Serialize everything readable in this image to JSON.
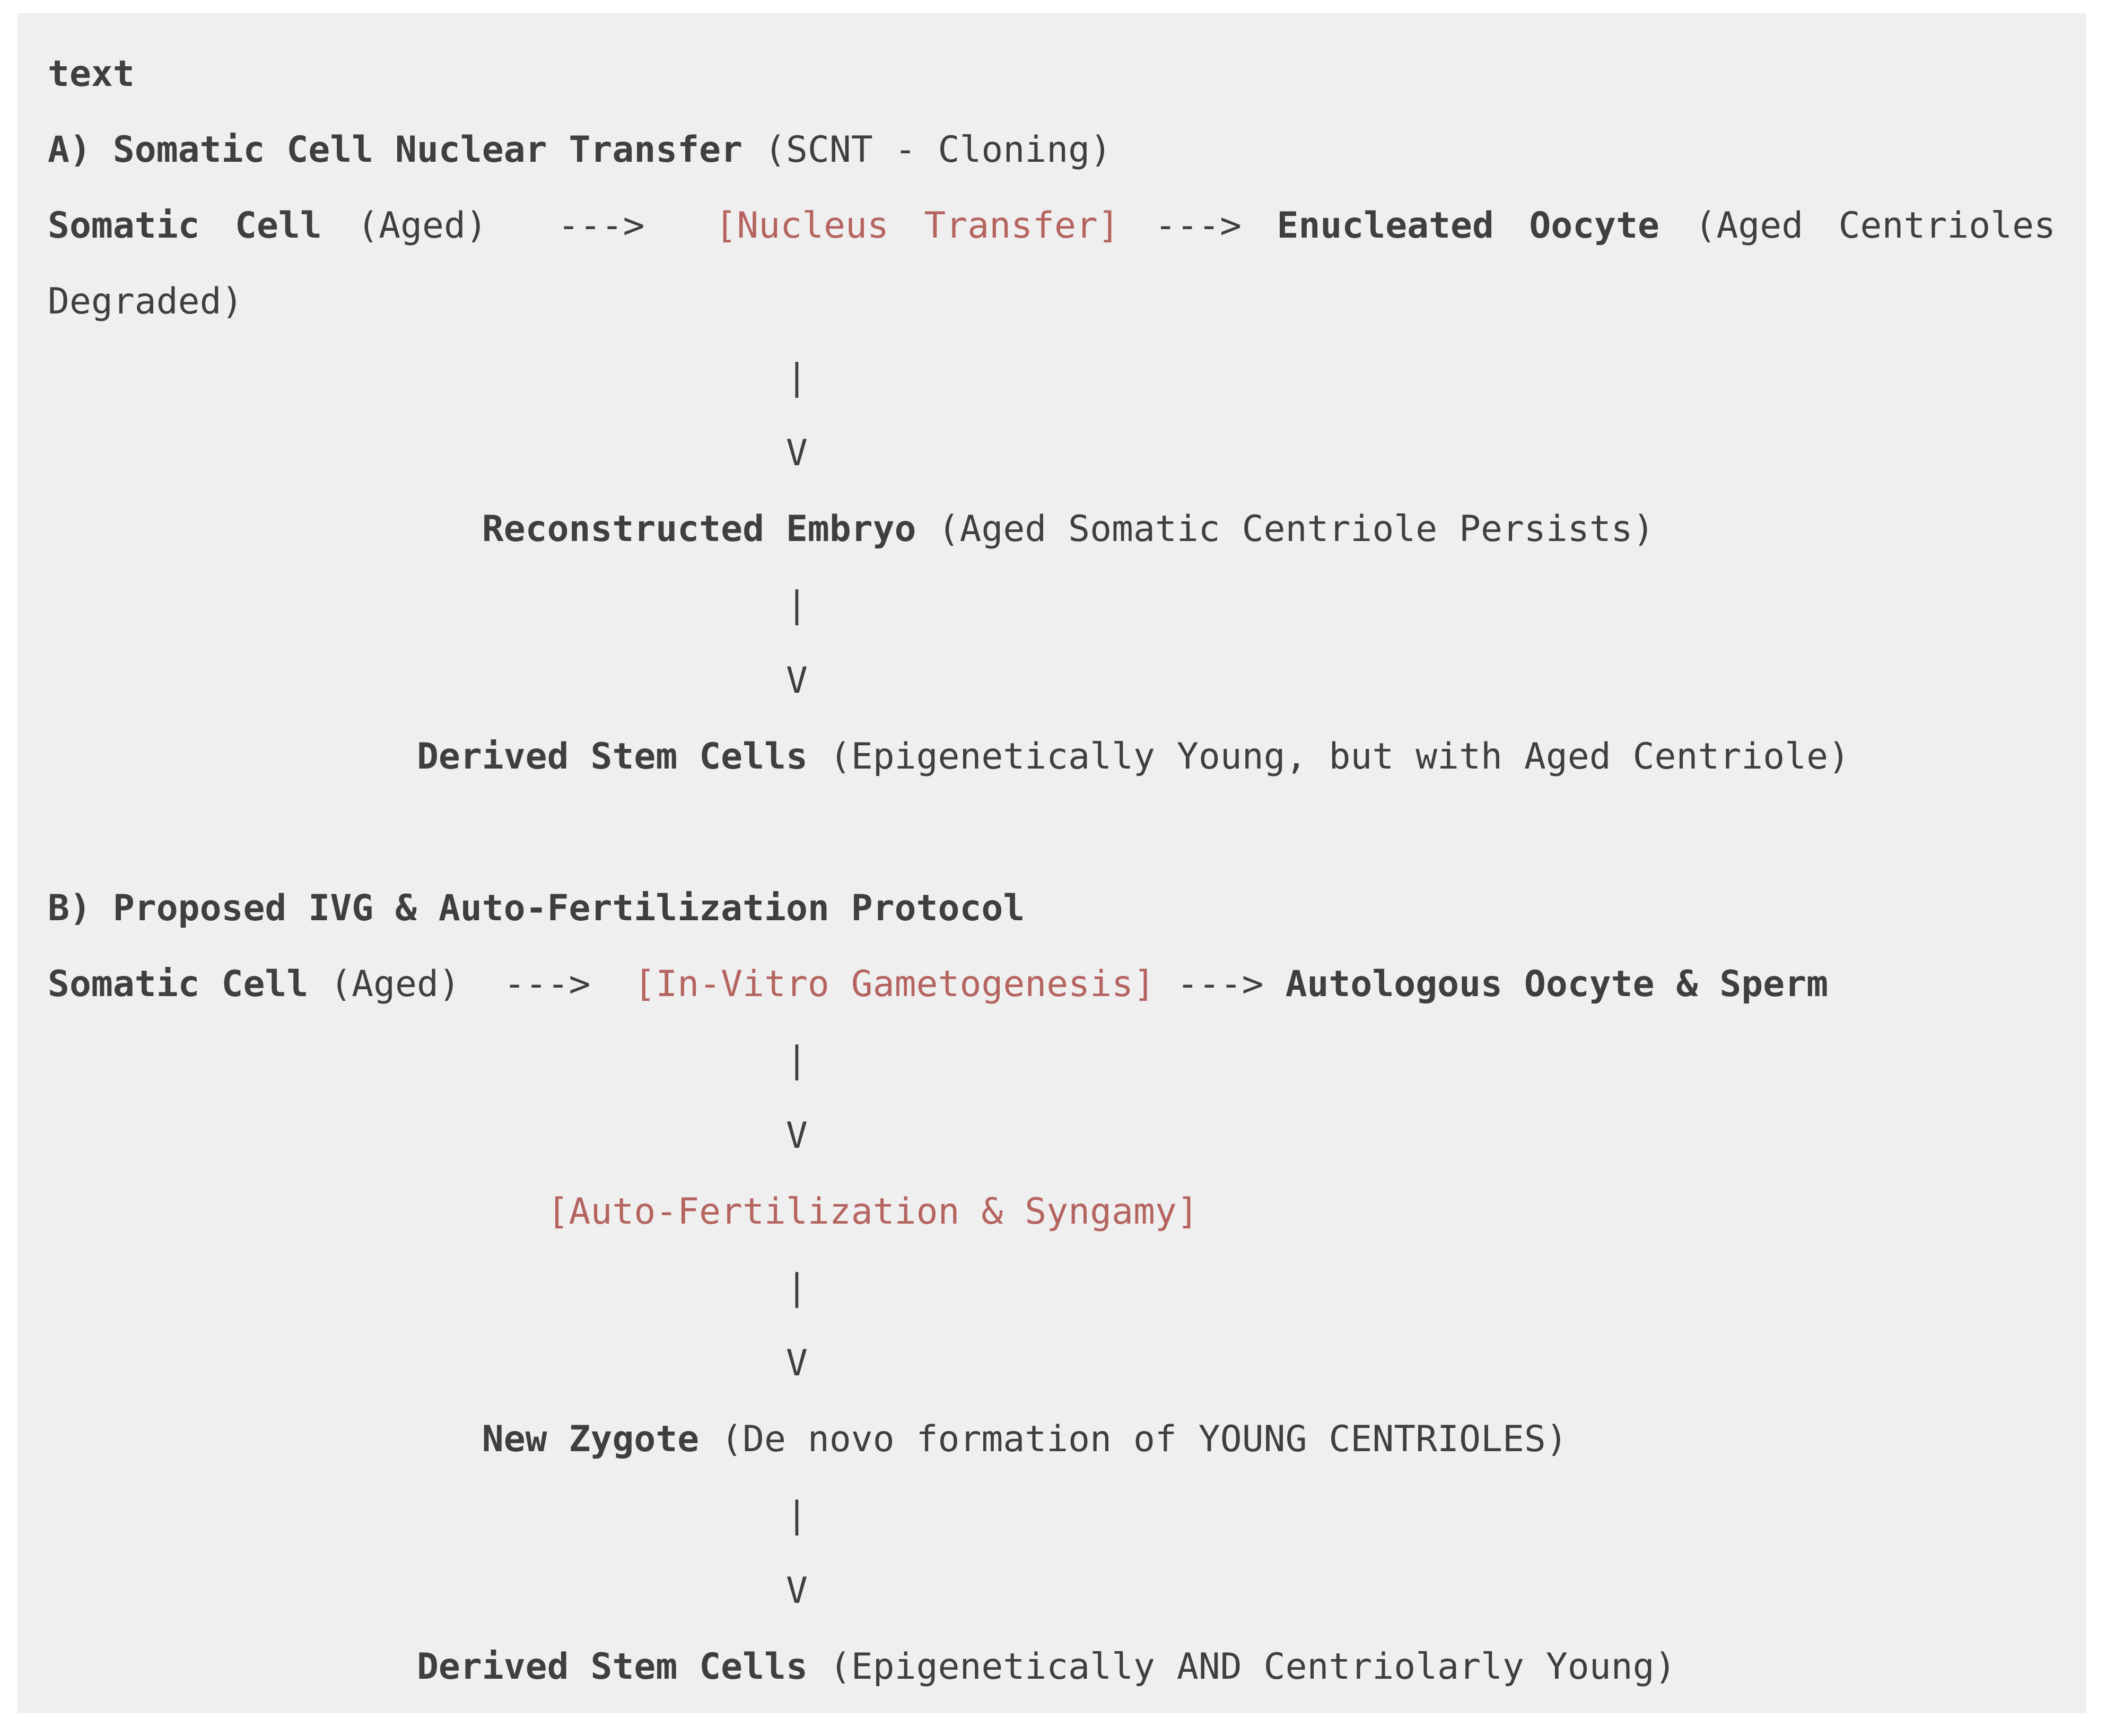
{
  "colors": {
    "page_background": "#ffffff",
    "code_block_background": "#efefef",
    "text_color": "#3f3f3f",
    "highlight_red": "#b56460"
  },
  "content": {
    "lines": [
      {
        "segments": [
          {
            "text": "text",
            "style": "bold"
          }
        ]
      },
      {
        "segments": [
          {
            "text": "A) Somatic Cell Nuclear Transfer",
            "style": "bold"
          },
          {
            "text": " (SCNT - Cloning)",
            "style": "plain"
          }
        ]
      },
      {
        "segments": [
          {
            "text": "Somatic Cell",
            "style": "bold"
          },
          {
            "text": " (Aged)  --->  ",
            "style": "plain"
          },
          {
            "text": "[Nucleus Transfer]",
            "style": "red"
          },
          {
            "text": " ---> ",
            "style": "plain"
          },
          {
            "text": "Enucleated Oocyte",
            "style": "bold"
          },
          {
            "text": " (Aged Centrioles Degraded)",
            "style": "plain"
          }
        ]
      },
      {
        "segments": [
          {
            "text": "                                  |",
            "style": "plain"
          }
        ]
      },
      {
        "segments": [
          {
            "text": "                                  V",
            "style": "plain"
          }
        ]
      },
      {
        "segments": [
          {
            "text": "                    ",
            "style": "plain"
          },
          {
            "text": "Reconstructed Embryo",
            "style": "bold"
          },
          {
            "text": " (Aged Somatic Centriole Persists)",
            "style": "plain"
          }
        ]
      },
      {
        "segments": [
          {
            "text": "                                  |",
            "style": "plain"
          }
        ]
      },
      {
        "segments": [
          {
            "text": "                                  V",
            "style": "plain"
          }
        ]
      },
      {
        "segments": [
          {
            "text": "                 ",
            "style": "plain"
          },
          {
            "text": "Derived Stem Cells",
            "style": "bold"
          },
          {
            "text": " (Epigenetically Young, but with Aged Centriole)",
            "style": "plain"
          }
        ]
      },
      {
        "segments": []
      },
      {
        "segments": [
          {
            "text": "B) Proposed IVG & Auto-Fertilization Protocol",
            "style": "bold"
          }
        ]
      },
      {
        "segments": [
          {
            "text": "Somatic Cell",
            "style": "bold"
          },
          {
            "text": " (Aged)  --->  ",
            "style": "plain"
          },
          {
            "text": "[In-Vitro Gametogenesis]",
            "style": "red"
          },
          {
            "text": " ---> ",
            "style": "plain"
          },
          {
            "text": "Autologous Oocyte & Sperm",
            "style": "bold"
          }
        ]
      },
      {
        "segments": [
          {
            "text": "                                  |",
            "style": "plain"
          }
        ]
      },
      {
        "segments": [
          {
            "text": "                                  V",
            "style": "plain"
          }
        ]
      },
      {
        "segments": [
          {
            "text": "                       ",
            "style": "plain"
          },
          {
            "text": "[Auto-Fertilization & Syngamy]",
            "style": "red"
          }
        ]
      },
      {
        "segments": [
          {
            "text": "                                  |",
            "style": "plain"
          }
        ]
      },
      {
        "segments": [
          {
            "text": "                                  V",
            "style": "plain"
          }
        ]
      },
      {
        "segments": [
          {
            "text": "                    ",
            "style": "plain"
          },
          {
            "text": "New Zygote",
            "style": "bold"
          },
          {
            "text": " (De novo formation of YOUNG CENTRIOLES)",
            "style": "plain"
          }
        ]
      },
      {
        "segments": [
          {
            "text": "                                  |",
            "style": "plain"
          }
        ]
      },
      {
        "segments": [
          {
            "text": "                                  V",
            "style": "plain"
          }
        ]
      },
      {
        "segments": [
          {
            "text": "                 ",
            "style": "plain"
          },
          {
            "text": "Derived Stem Cells",
            "style": "bold"
          },
          {
            "text": " (Epigenetically AND Centriolarly Young)",
            "style": "plain"
          }
        ]
      }
    ]
  }
}
